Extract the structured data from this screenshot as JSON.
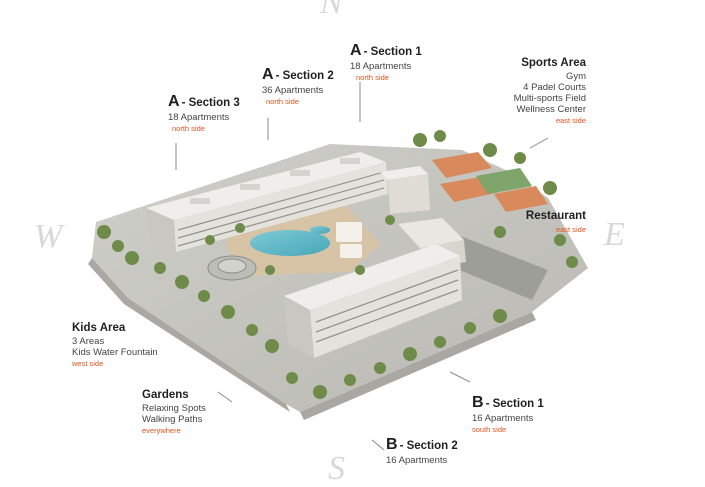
{
  "compass": {
    "north": "N",
    "west": "W",
    "east": "E",
    "south": "S"
  },
  "sections": {
    "a1": {
      "letter": "A",
      "name": "- Section 1",
      "count": "18 Apartments",
      "side": "north side"
    },
    "a2": {
      "letter": "A",
      "name": "- Section 2",
      "count": "36 Apartments",
      "side": "north side"
    },
    "a3": {
      "letter": "A",
      "name": "- Section 3",
      "count": "18 Apartments",
      "side": "north side"
    },
    "b1": {
      "letter": "B",
      "name": "- Section 1",
      "count": "16 Apartments",
      "side": "south side"
    },
    "b2": {
      "letter": "B",
      "name": "- Section 2",
      "count": "16 Apartments"
    }
  },
  "sports": {
    "title": "Sports Area",
    "items": [
      "Gym",
      "4 Padel Courts",
      "Multi-sports Field",
      "Wellness Center"
    ],
    "side": "east side"
  },
  "restaurant": {
    "title": "Restaurant",
    "side": "east side"
  },
  "kids": {
    "title": "Kids Area",
    "items": [
      "3 Areas",
      "Kids Water Fountain"
    ],
    "side": "west side"
  },
  "gardens": {
    "title": "Gardens",
    "items": [
      "Relaxing Spots",
      "Walking Paths"
    ],
    "side": "everywhere"
  },
  "colors": {
    "accent": "#e2531f",
    "title": "#1f1f1f",
    "leader": "#8a8a8a"
  }
}
